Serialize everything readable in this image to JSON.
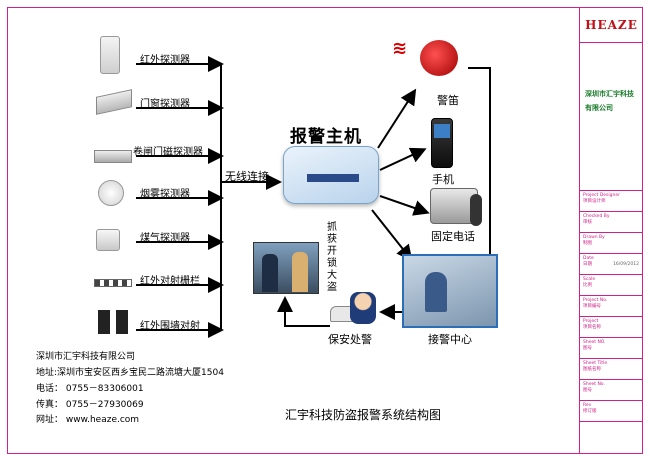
{
  "title_block": {
    "logo": "HEAZE",
    "company": "深圳市汇宇科技有限公司",
    "rows": [
      {
        "en": "Project Designer",
        "cn": "项目设计师",
        "value": ""
      },
      {
        "en": "Checked By",
        "cn": "审核",
        "value": ""
      },
      {
        "en": "Drawn By",
        "cn": "制图",
        "value": ""
      },
      {
        "en": "Date",
        "cn": "日期",
        "value": "16/09/2012"
      },
      {
        "en": "Scale",
        "cn": "比例",
        "value": ""
      },
      {
        "en": "Project No.",
        "cn": "项目编号",
        "value": ""
      },
      {
        "en": "Project",
        "cn": "项目名称",
        "value": ""
      },
      {
        "en": "Sheet NO.",
        "cn": "图号",
        "value": ""
      },
      {
        "en": "Sheet Title",
        "cn": "图纸名称",
        "value": ""
      },
      {
        "en": "Sheet No.",
        "cn": "图号",
        "value": ""
      },
      {
        "en": "Rev",
        "cn": "修订版",
        "value": ""
      }
    ]
  },
  "detectors": [
    {
      "label": "红外探测器",
      "icon": "infrared-detector-icon"
    },
    {
      "label": "门窗探测器",
      "icon": "door-window-detector-icon"
    },
    {
      "label": "卷闸门磁探测器",
      "icon": "rolling-door-sensor-icon"
    },
    {
      "label": "烟雾探测器",
      "icon": "smoke-detector-icon"
    },
    {
      "label": "煤气探测器",
      "icon": "gas-detector-icon"
    },
    {
      "label": "红外对射栅栏",
      "icon": "infrared-fence-icon"
    },
    {
      "label": "红外围墙对射",
      "icon": "infrared-wall-beam-icon"
    }
  ],
  "wireless_label": "无线连接",
  "host_label": "报警主机",
  "outputs": [
    {
      "label": "警笛",
      "icon": "siren-icon"
    },
    {
      "label": "手机",
      "icon": "mobile-phone-icon"
    },
    {
      "label": "固定电话",
      "icon": "landline-phone-icon"
    }
  ],
  "center_label": "接警中心",
  "security_label": "保安处警",
  "capture_label": "抓获开锁大盗",
  "contact": {
    "company": "深圳市汇宇科技有限公司",
    "address": "地址:深圳市宝安区西乡宝民二路流塘大厦1504",
    "phone": "电话： 0755－83306001",
    "fax": "传真： 0755－27930069",
    "web": "网址： www.heaze.com"
  },
  "caption": "汇宇科技防盗报警系统结构图"
}
